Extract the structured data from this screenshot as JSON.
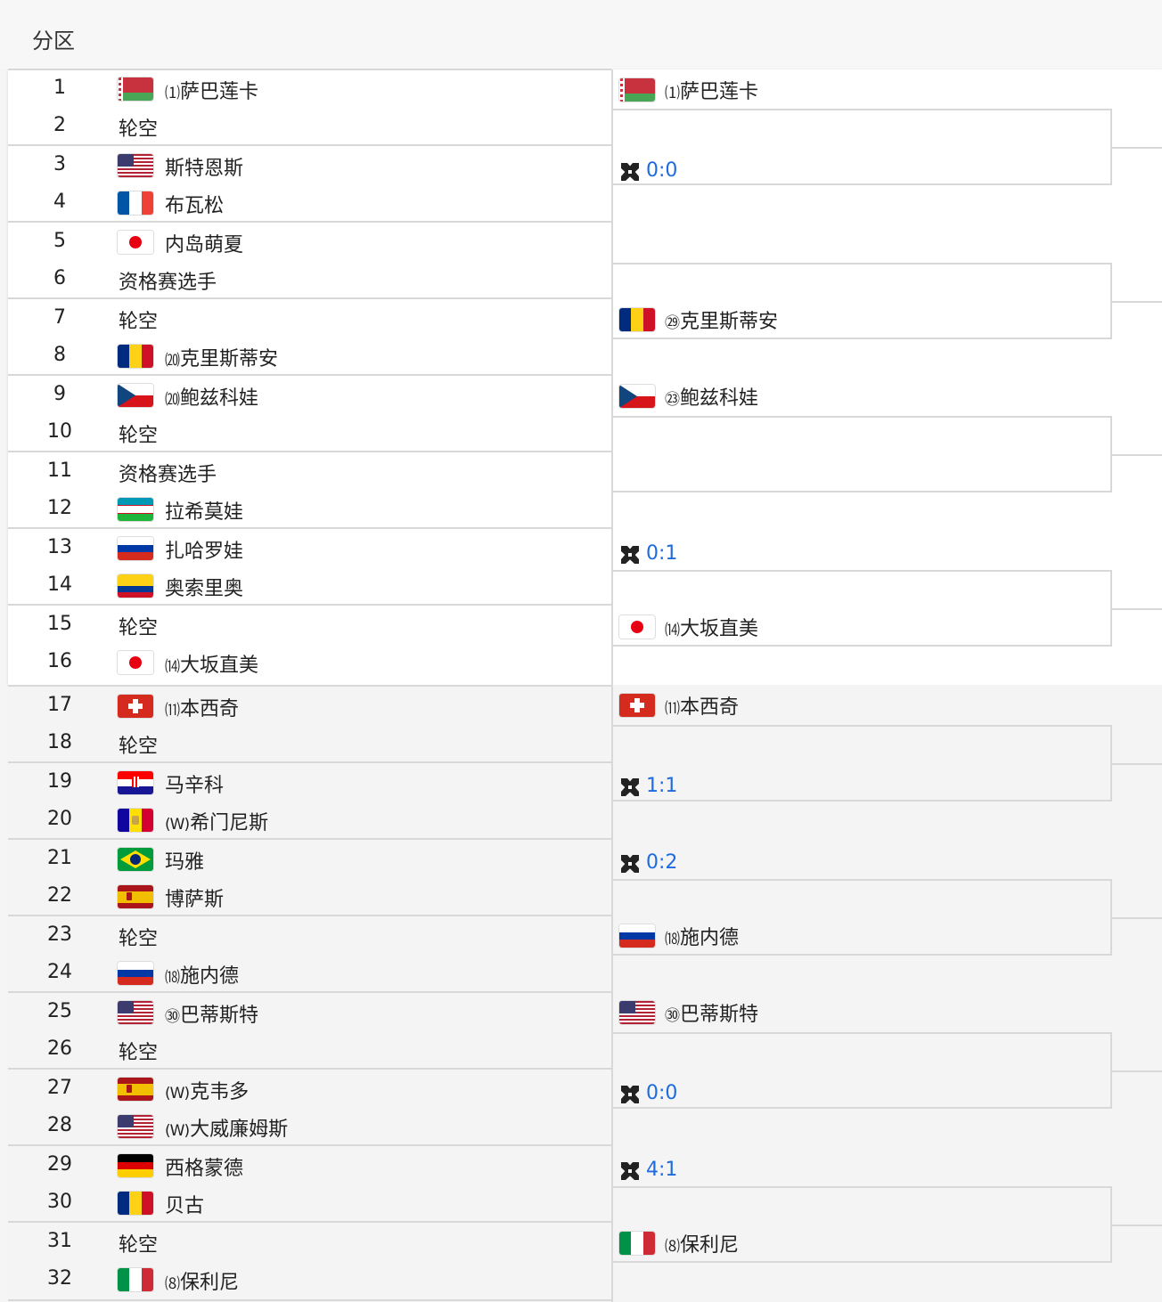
{
  "header": {
    "title": "分区"
  },
  "draw": [
    {
      "num": "1",
      "seed": "⑴",
      "name": "萨巴莲卡",
      "flag": "belarus"
    },
    {
      "num": "2",
      "seed": "",
      "name": "轮空",
      "flag": ""
    },
    {
      "num": "3",
      "seed": "",
      "name": "斯特恩斯",
      "flag": "usa"
    },
    {
      "num": "4",
      "seed": "",
      "name": "布瓦松",
      "flag": "france"
    },
    {
      "num": "5",
      "seed": "",
      "name": "内岛萌夏",
      "flag": "japan"
    },
    {
      "num": "6",
      "seed": "",
      "name": "资格赛选手",
      "flag": ""
    },
    {
      "num": "7",
      "seed": "",
      "name": "轮空",
      "flag": ""
    },
    {
      "num": "8",
      "seed": "⒇",
      "name": "克里斯蒂安",
      "flag": "romania"
    },
    {
      "num": "9",
      "seed": "⒇",
      "name": "鲍兹科娃",
      "flag": "czech"
    },
    {
      "num": "10",
      "seed": "",
      "name": "轮空",
      "flag": ""
    },
    {
      "num": "11",
      "seed": "",
      "name": "资格赛选手",
      "flag": ""
    },
    {
      "num": "12",
      "seed": "",
      "name": "拉希莫娃",
      "flag": "uzbekistan"
    },
    {
      "num": "13",
      "seed": "",
      "name": "扎哈罗娃",
      "flag": "russia"
    },
    {
      "num": "14",
      "seed": "",
      "name": "奥索里奥",
      "flag": "colombia"
    },
    {
      "num": "15",
      "seed": "",
      "name": "轮空",
      "flag": ""
    },
    {
      "num": "16",
      "seed": "⒁",
      "name": "大坂直美",
      "flag": "japan"
    },
    {
      "num": "17",
      "seed": "⑾",
      "name": "本西奇",
      "flag": "switzerland"
    },
    {
      "num": "18",
      "seed": "",
      "name": "轮空",
      "flag": ""
    },
    {
      "num": "19",
      "seed": "",
      "name": "马辛科",
      "flag": "croatia"
    },
    {
      "num": "20",
      "seed": "(W)",
      "name": "希门尼斯",
      "flag": "andorra"
    },
    {
      "num": "21",
      "seed": "",
      "name": "玛雅",
      "flag": "brazil"
    },
    {
      "num": "22",
      "seed": "",
      "name": "博萨斯",
      "flag": "spain"
    },
    {
      "num": "23",
      "seed": "",
      "name": "轮空",
      "flag": ""
    },
    {
      "num": "24",
      "seed": "⒅",
      "name": "施内德",
      "flag": "russia"
    },
    {
      "num": "25",
      "seed": "㉚",
      "name": "巴蒂斯特",
      "flag": "usa"
    },
    {
      "num": "26",
      "seed": "",
      "name": "轮空",
      "flag": ""
    },
    {
      "num": "27",
      "seed": "(W)",
      "name": "克韦多",
      "flag": "spain"
    },
    {
      "num": "28",
      "seed": "(W)",
      "name": "大威廉姆斯",
      "flag": "usa"
    },
    {
      "num": "29",
      "seed": "",
      "name": "西格蒙德",
      "flag": "germany"
    },
    {
      "num": "30",
      "seed": "",
      "name": "贝古",
      "flag": "romania"
    },
    {
      "num": "31",
      "seed": "",
      "name": "轮空",
      "flag": ""
    },
    {
      "num": "32",
      "seed": "⑻",
      "name": "保利尼",
      "flag": "italy"
    }
  ],
  "round2": [
    {
      "kind": "player",
      "seed": "⑴",
      "name": "萨巴莲卡",
      "flag": "belarus"
    },
    {
      "kind": "score",
      "score": "0:0"
    },
    {
      "kind": "player",
      "seed": "㉙",
      "name": "克里斯蒂安",
      "flag": "romania"
    },
    {
      "kind": "player",
      "seed": "㉓",
      "name": "鲍兹科娃",
      "flag": "czech"
    },
    {
      "kind": "score",
      "score": "0:1"
    },
    {
      "kind": "player",
      "seed": "⒁",
      "name": "大坂直美",
      "flag": "japan"
    },
    {
      "kind": "player",
      "seed": "⑾",
      "name": "本西奇",
      "flag": "switzerland"
    },
    {
      "kind": "score",
      "score": "1:1"
    },
    {
      "kind": "score",
      "score": "0:2"
    },
    {
      "kind": "player",
      "seed": "⒅",
      "name": "施内德",
      "flag": "russia"
    },
    {
      "kind": "player",
      "seed": "㉚",
      "name": "巴蒂斯特",
      "flag": "usa"
    },
    {
      "kind": "score",
      "score": "0:0"
    },
    {
      "kind": "score",
      "score": "4:1"
    },
    {
      "kind": "player",
      "seed": "⑻",
      "name": "保利尼",
      "flag": "italy"
    }
  ],
  "icons": {
    "vs": "crossed-swords-icon"
  },
  "colors": {
    "score": "#1e6be0",
    "divider": "#d8d8d8",
    "top_panel": "#ffffff",
    "bottom_panel": "#f4f4f4"
  }
}
